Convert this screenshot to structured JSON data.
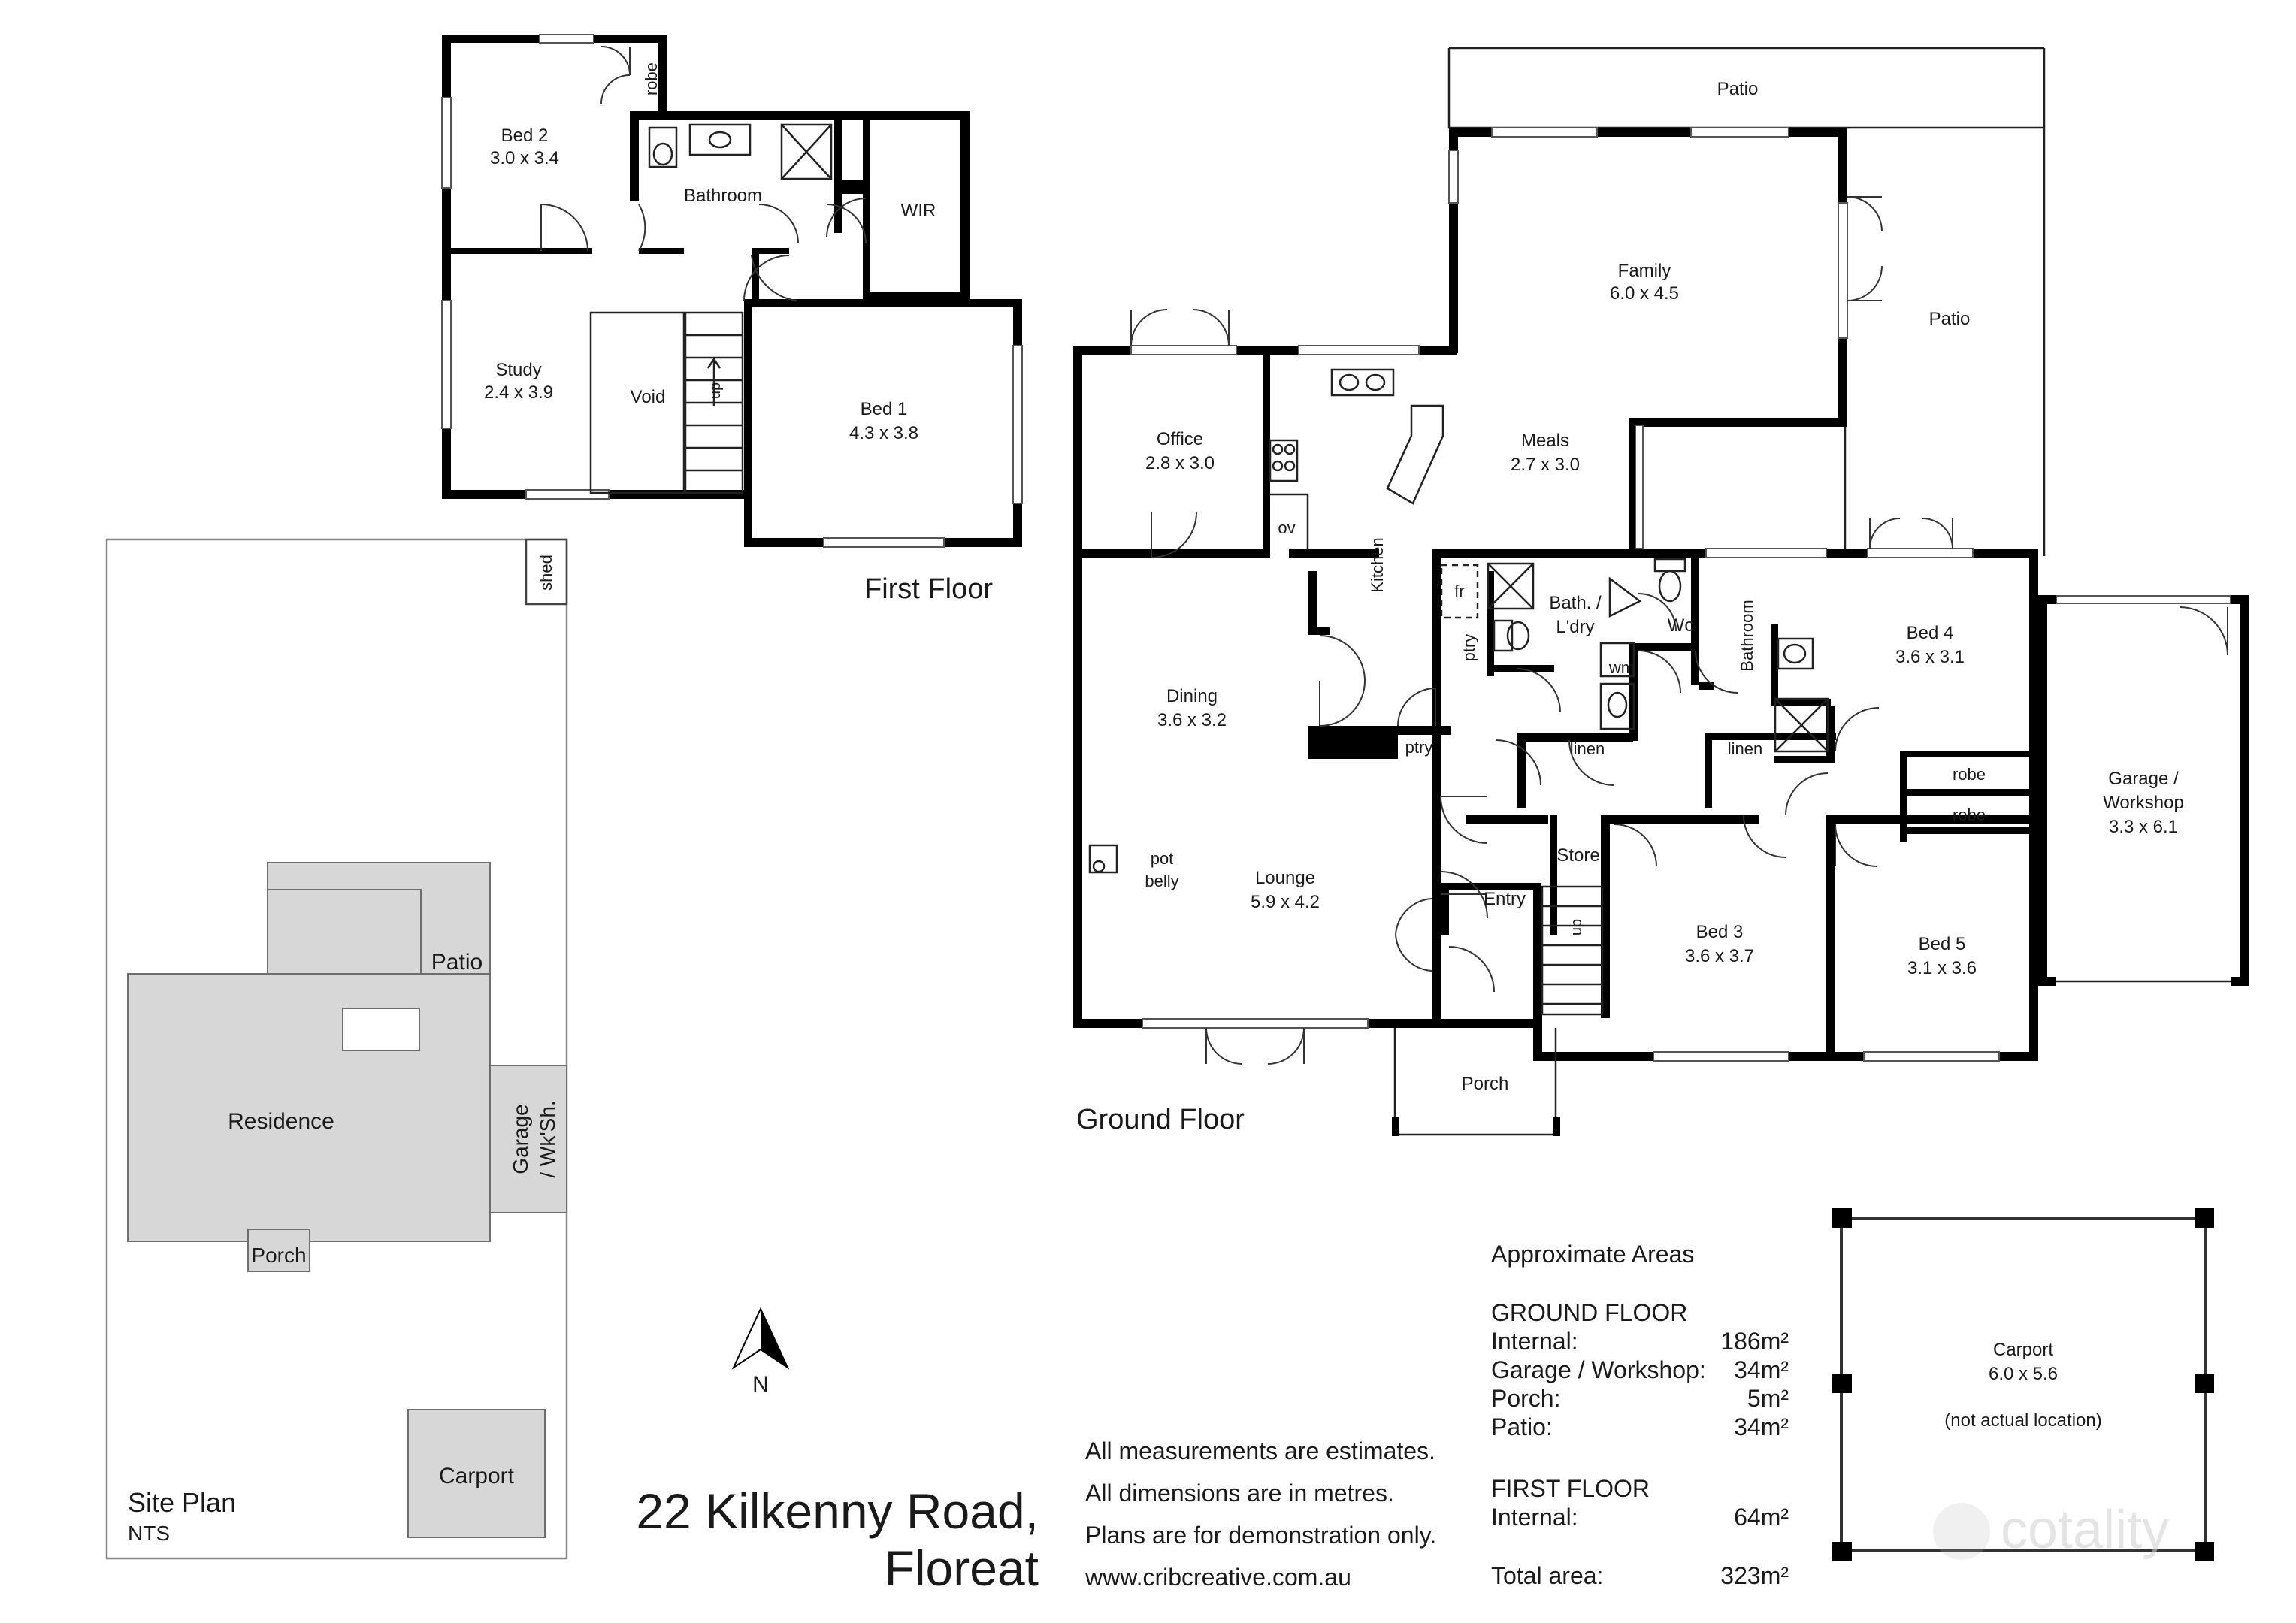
{
  "floor_titles": {
    "first": "First Floor",
    "ground": "Ground Floor"
  },
  "first_floor_rooms": {
    "bed2": {
      "name": "Bed 2",
      "dims": "3.0 x 3.4"
    },
    "robe": "robe",
    "bathroom": "Bathroom",
    "wir": "WIR",
    "study": {
      "name": "Study",
      "dims": "2.4 x 3.9"
    },
    "void": "Void",
    "up": "up",
    "bed1": {
      "name": "Bed 1",
      "dims": "4.3 x 3.8"
    }
  },
  "ground_floor_rooms": {
    "patio_top": "Patio",
    "patio_right": "Patio",
    "family": {
      "name": "Family",
      "dims": "6.0 x 4.5"
    },
    "meals": {
      "name": "Meals",
      "dims": "2.7 x 3.0"
    },
    "office": {
      "name": "Office",
      "dims": "2.8 x 3.0"
    },
    "kitchen": "Kitchen",
    "ov": "ov",
    "fr": "fr",
    "ptry_vertical": "ptry",
    "bath_ldry_1": "Bath. /",
    "bath_ldry_2": "L'dry",
    "wm": "wm",
    "wc": "Wc",
    "bathroom": "Bathroom",
    "bed4": {
      "name": "Bed 4",
      "dims": "3.6 x 3.1"
    },
    "dining": {
      "name": "Dining",
      "dims": "3.6 x 3.2"
    },
    "ptry": "ptry",
    "linen_1": "linen",
    "linen_2": "linen",
    "robe_1": "robe",
    "robe_2": "robe",
    "garage": {
      "line1": "Garage /",
      "line2": "Workshop",
      "dims": "3.3 x 6.1"
    },
    "pot_belly_1": "pot",
    "pot_belly_2": "belly",
    "lounge": {
      "name": "Lounge",
      "dims": "5.9 x 4.2"
    },
    "store": "Store",
    "entry": "Entry",
    "up": "up",
    "bed3": {
      "name": "Bed 3",
      "dims": "3.6 x 3.7"
    },
    "bed5": {
      "name": "Bed 5",
      "dims": "3.1 x 3.6"
    },
    "porch": "Porch"
  },
  "site_plan": {
    "shed": "shed",
    "patio": "Patio",
    "residence": "Residence",
    "garage_1": "Garage",
    "garage_2": "/ Wk'Sh.",
    "porch": "Porch",
    "carport": "Carport",
    "title": "Site Plan",
    "scale": "NTS"
  },
  "north": "N",
  "address": {
    "line1": "22 Kilkenny Road,",
    "line2": "Floreat"
  },
  "notes": [
    "All measurements are estimates.",
    "All dimensions are in metres.",
    "Plans are for demonstration only.",
    "www.cribcreative.com.au"
  ],
  "areas": {
    "heading": "Approximate Areas",
    "ground_heading": "GROUND FLOOR",
    "ground_rows": [
      {
        "label": "Internal:",
        "value": "186m²"
      },
      {
        "label": "Garage / Workshop:",
        "value": "34m²"
      },
      {
        "label": "Porch:",
        "value": "5m²"
      },
      {
        "label": "Patio:",
        "value": "34m²"
      }
    ],
    "first_heading": "FIRST FLOOR",
    "first_rows": [
      {
        "label": "Internal:",
        "value": "64m²"
      }
    ],
    "total": {
      "label": "Total area:",
      "value": "323m²"
    }
  },
  "carport": {
    "name": "Carport",
    "dims": "6.0 x 5.6",
    "note": "(not actual location)"
  },
  "watermark": "cotality"
}
